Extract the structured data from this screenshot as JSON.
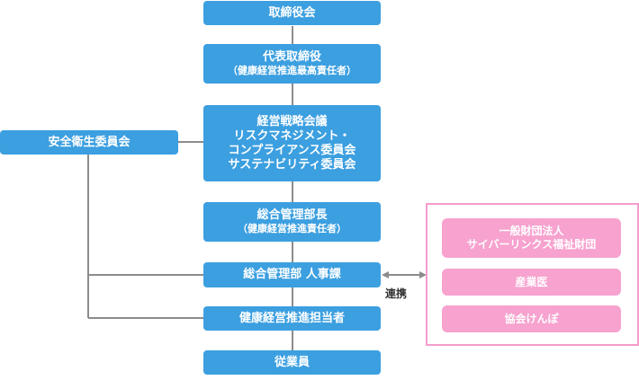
{
  "nodes": {
    "board": "取締役会",
    "president": {
      "title": "代表取締役",
      "sub": "（健康経営推進最高責任者）"
    },
    "committees": [
      "経営戦略会議",
      "リスクマネジメント・",
      "コンプライアンス委員会",
      "サステナビリティ委員会"
    ],
    "safety": "安全衛生委員会",
    "gm": {
      "title": "総合管理部長",
      "sub": "（健康経営推進責任者）"
    },
    "hr": "総合管理部 人事課",
    "promoter": "健康経営推進担当者",
    "employees": "従業員"
  },
  "link_label": "連携",
  "partners": {
    "foundation": [
      "一般財団法人",
      "サイバーリンクス福祉財団"
    ],
    "doctor": "産業医",
    "kenpo": "協会けんぽ"
  },
  "colors": {
    "box": "#3c9fe0",
    "line": "#8c8c8c",
    "partner": "#f7a2cf",
    "frame": "#f59ccd"
  }
}
